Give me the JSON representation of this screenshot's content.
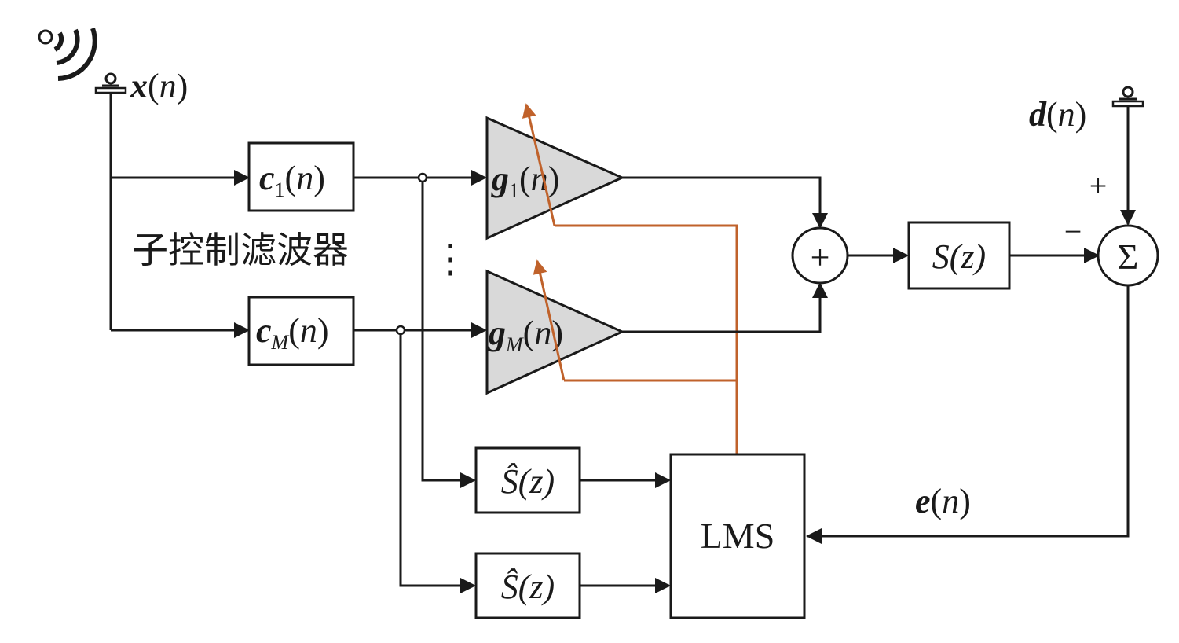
{
  "signals": {
    "input": "x(n)",
    "desired": "d(n)",
    "error": "e(n)"
  },
  "blocks": {
    "c1": {
      "sym": "c",
      "sub": "1",
      "arg": "(n)"
    },
    "cM": {
      "sym": "c",
      "sub": "M",
      "arg": "(n)"
    },
    "g1": {
      "sym": "g",
      "sub": "1",
      "arg": "(n)"
    },
    "gM": {
      "sym": "g",
      "sub": "M",
      "arg": "(n)"
    },
    "plant": "S(z)",
    "plant_estimate": "Ŝ(z)",
    "adaptive": "LMS"
  },
  "labels": {
    "sub_controllers": "子控制滤波器",
    "ellipsis": "⋮",
    "plus_sign": "+",
    "minus_sign": "−",
    "sum_symbol": "Σ",
    "adder_symbol": "+"
  },
  "icons": {
    "source": "sound-source-icon",
    "mic_ref": "microphone-icon",
    "mic_err": "microphone-icon"
  },
  "colors": {
    "line": "#1a1a1a",
    "amplifier_fill": "#d9d9d9",
    "adaptation": "#c0622b"
  }
}
